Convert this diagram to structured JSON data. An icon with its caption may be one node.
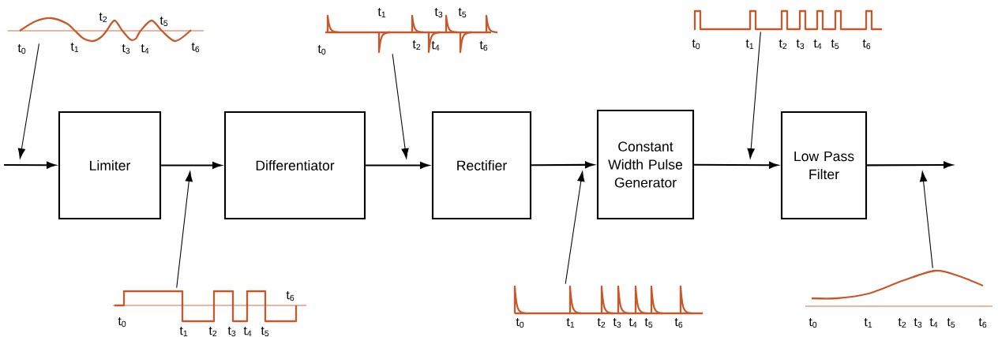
{
  "diagram": {
    "nodes": [
      {
        "text": [
          "Limiter"
        ]
      },
      {
        "text": [
          "Differentiator"
        ]
      },
      {
        "text": [
          "Rectifier"
        ]
      },
      {
        "text": [
          "Constant Width Pulse Generator"
        ]
      },
      {
        "text": [
          "Low Pass Filter"
        ]
      },
      {
        "text": [
          "t$_{0}$",
          "t$_{1}$",
          "t$_{2}$",
          "t$_{3}$",
          "t$_{4}$",
          "t$_{5}$",
          "t$_{6}$"
        ]
      },
      {
        "text": [
          "t$_{0}$",
          "t$_{1}$",
          "t$_{2}$",
          "t$_{3}$",
          "t$_{4}$",
          "t$_{5}$",
          "t$_{6}$"
        ]
      },
      {
        "text": [
          "t$_{0}$",
          "t$_{1}$",
          "t$_{2}$",
          "t$_{3}$",
          "t$_{4}$",
          "t$_{5}$",
          "t$_{6}$"
        ]
      },
      {
        "text": [
          "t$_{0}$",
          "t$_{1}$",
          "t$_{2}$",
          "t$_{3}$",
          "t$_{4}$",
          "t$_{5}$",
          "t$_{6}$"
        ]
      },
      {
        "text": [
          "t$_{0}$",
          "t$_{1}$",
          "t$_{2}$",
          "t$_{3}$",
          "t$_{4}$",
          "t$_{5}$",
          "t$_{6}$"
        ]
      },
      {
        "text": [
          "t$_{0}$",
          "t$_{1}$",
          "t$_{2}$",
          "t$_{3}$",
          "t$_{4}$",
          "t$_{5}$",
          "t$_{6}$"
        ]
      }
    ],
    "edges": [
      {
        "from": null,
        "to": 0,
        "arrow": "to"
      },
      {
        "from": 0,
        "to": 1,
        "arrow": "to"
      },
      {
        "from": 1,
        "to": 2,
        "arrow": "to"
      },
      {
        "from": 2,
        "to": 3,
        "arrow": "to"
      },
      {
        "from": 3,
        "to": 4,
        "arrow": "to"
      },
      {
        "from": 4,
        "to": null,
        "arrow": "to"
      },
      {
        "from": 5,
        "to": null,
        "arrow": "to"
      },
      {
        "from": 6,
        "to": null,
        "arrow": "to"
      },
      {
        "from": 7,
        "to": null,
        "arrow": "to"
      },
      {
        "from": 8,
        "to": null,
        "arrow": "to"
      },
      {
        "from": 9,
        "to": null,
        "arrow": "to"
      },
      {
        "from": 10,
        "to": null,
        "arrow": "to"
      }
    ]
  }
}
